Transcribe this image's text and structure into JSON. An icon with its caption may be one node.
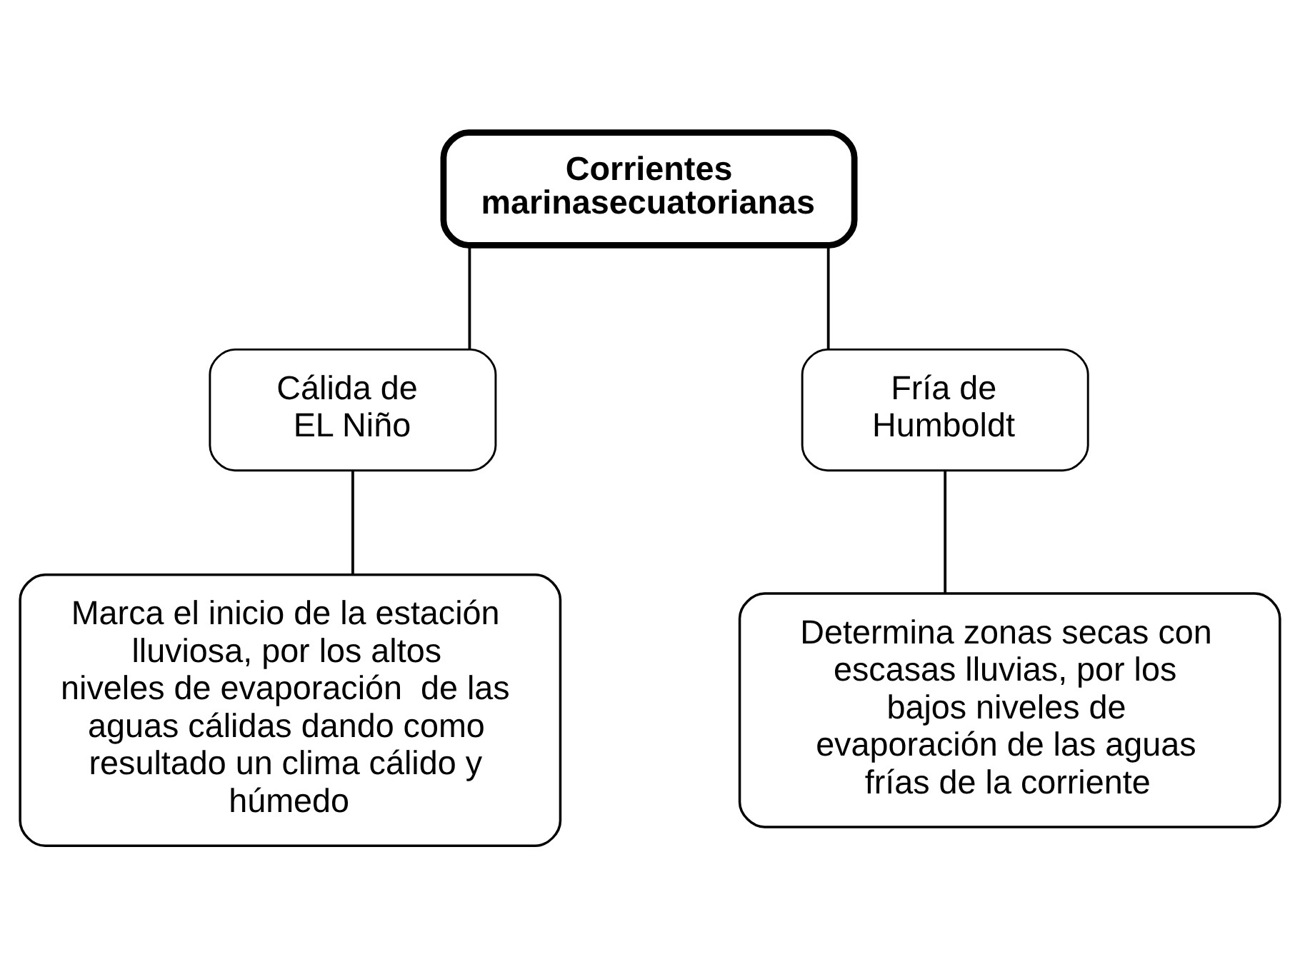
{
  "diagram": {
    "nodes": [
      {
        "text": [
          "Corrientes marinasecuatorianas"
        ]
      },
      {
        "text": [
          "Cálida de  EL Niño"
        ]
      },
      {
        "text": [
          "Fría de Humboldt"
        ]
      },
      {
        "text": [
          "Marca el inicio de la estación lluviosa, por los altos niveles de evaporación  de las aguas cálidas dando como resultado un clima cálido y húmedo"
        ]
      },
      {
        "text": [
          "Determina zonas secas con escasas lluvias, por los bajos niveles de evaporación de las aguas frías de la corriente"
        ]
      }
    ],
    "edges": [
      {
        "from": 0,
        "to": 1,
        "arrow": "none"
      },
      {
        "from": 0,
        "to": 2,
        "arrow": "none"
      },
      {
        "from": 1,
        "to": 3,
        "arrow": "none"
      },
      {
        "from": 2,
        "to": 4,
        "arrow": "none"
      }
    ]
  }
}
